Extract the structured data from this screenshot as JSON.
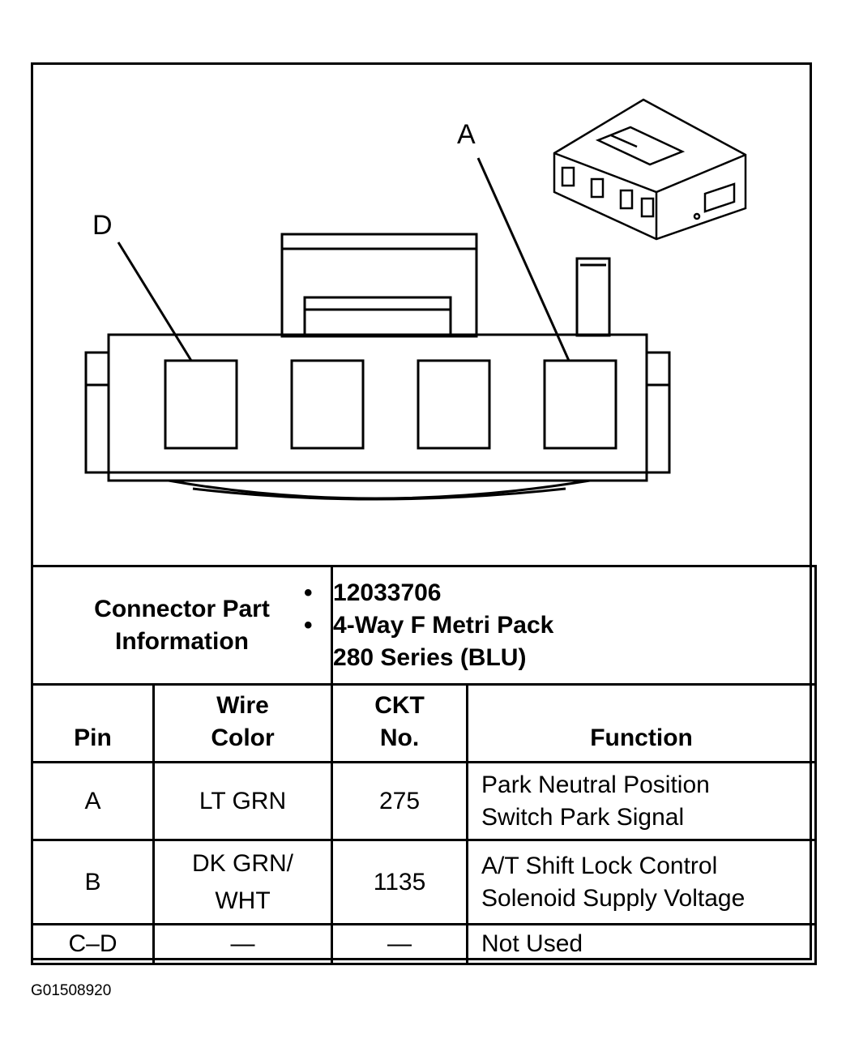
{
  "diagram": {
    "callouts": [
      "D",
      "A"
    ]
  },
  "connector_info": {
    "label_line1": "Connector Part",
    "label_line2": "Information",
    "part_number": "12033706",
    "description_line1": "4-Way F  Metri Pack",
    "description_line2": "280 Series (BLU)",
    "bullet": "•"
  },
  "pin_table": {
    "headers": {
      "pin": "Pin",
      "wire_color_line1": "Wire",
      "wire_color_line2": "Color",
      "ckt_line1": "CKT",
      "ckt_line2": "No.",
      "function": "Function"
    },
    "rows": [
      {
        "pin": "A",
        "wire_line1": "LT GRN",
        "wire_line2": "",
        "ckt": "275",
        "function_line1": "Park Neutral Position",
        "function_line2": "Switch Park Signal"
      },
      {
        "pin": "B",
        "wire_line1": "DK GRN/",
        "wire_line2": "WHT",
        "ckt": "1135",
        "function_line1": "A/T Shift Lock Control",
        "function_line2": "Solenoid Supply Voltage"
      },
      {
        "pin": "C–D",
        "wire_line1": "—",
        "wire_line2": "",
        "ckt": "—",
        "function_line1": "Not Used",
        "function_line2": ""
      }
    ]
  },
  "figure_code": "G01508920"
}
